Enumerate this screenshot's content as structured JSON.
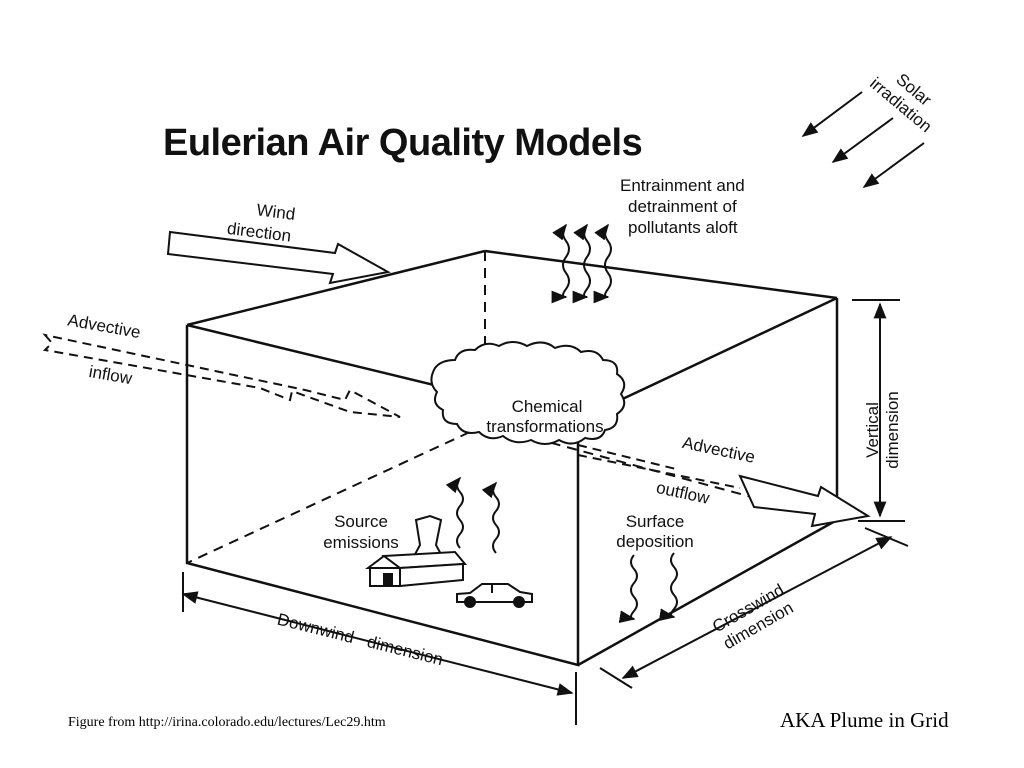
{
  "slide": {
    "title": "Eulerian Air Quality Models",
    "figure_credit": "Figure from http://irina.colorado.edu/lectures/Lec29.htm",
    "note": "AKA Plume in Grid"
  },
  "diagram": {
    "labels": {
      "solar_line1": "Solar",
      "solar_line2": "irradiation",
      "entrain_line1": "Entrainment and",
      "entrain_line2": "detrainment of",
      "entrain_line3": "pollutants aloft",
      "wind_line1": "Wind",
      "wind_line2": "direction",
      "adv_in_line1": "Advective",
      "adv_in_line2": "inflow",
      "chem_line1": "Chemical",
      "chem_line2": "transformations",
      "adv_out_line1": "Advective",
      "adv_out_line2": "outflow",
      "vertical_line1": "Vertical",
      "vertical_line2": "dimension",
      "source_line1": "Source",
      "source_line2": "emissions",
      "deposition_line1": "Surface",
      "deposition_line2": "deposition",
      "crosswind_line1": "Crosswind",
      "crosswind_line2": "dimension",
      "downwind": "Downwind   dimension"
    }
  }
}
